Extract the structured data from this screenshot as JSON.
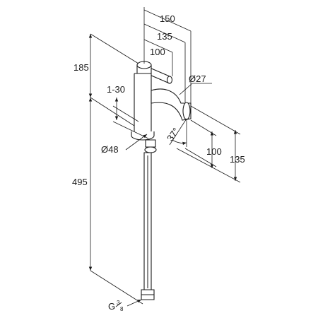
{
  "drawing": {
    "dimensions": {
      "width_150": "150",
      "width_135": "135",
      "width_100": "100",
      "height_185": "185",
      "thread_1_30": "1-30",
      "dia_27": "Ø27",
      "angle_37": "37°",
      "spout_100": "100",
      "spout_135": "135",
      "dia_48": "Ø48",
      "height_495": "495",
      "connection_g": "G"
    },
    "connection_fraction": {
      "num": "3",
      "den": "8"
    }
  }
}
